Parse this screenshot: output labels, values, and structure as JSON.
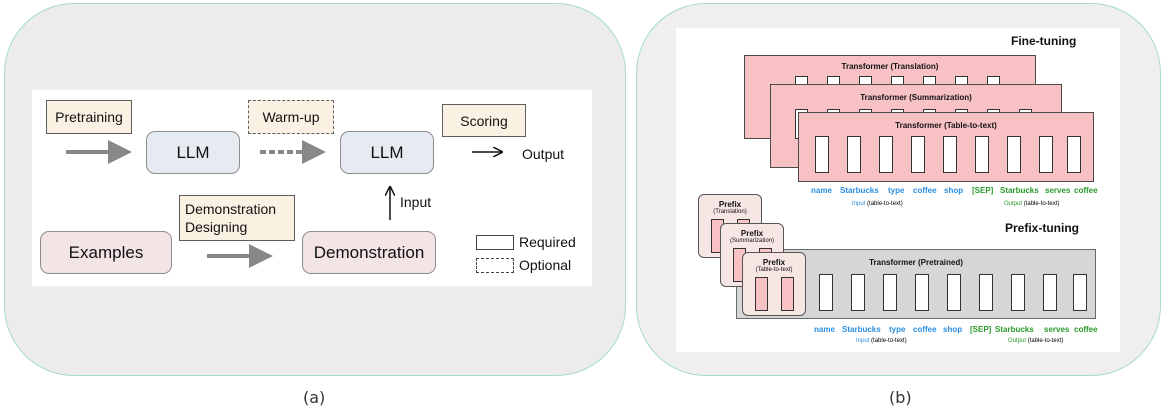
{
  "panel_a": {
    "tags": {
      "pretraining": "Pretraining",
      "warmup": "Warm-up",
      "scoring": "Scoring",
      "demonstration_designing": "Demonstration Designing"
    },
    "nodes": {
      "llm_1": "LLM",
      "llm_2": "LLM",
      "examples": "Examples",
      "demonstration": "Demonstration"
    },
    "labels": {
      "output": "Output",
      "input": "Input"
    },
    "legend": {
      "required": "Required",
      "optional": "Optional"
    },
    "caption": "(a)"
  },
  "panel_b": {
    "fine_tuning_heading": "Fine-tuning",
    "prefix_tuning_heading": "Prefix-tuning",
    "transformers": {
      "translation": "Transformer (Translation)",
      "summarization": "Transformer (Summarization)",
      "table_to_text": "Transformer (Table-to-text)",
      "pretrained": "Transformer  (Pretrained)"
    },
    "prefix_cards": [
      {
        "title": "Prefix",
        "sub": "(Translation)"
      },
      {
        "title": "Prefix",
        "sub": "(Summarization)"
      },
      {
        "title": "Prefix",
        "sub": "(Table-to-text)"
      }
    ],
    "tokens_input": [
      "name",
      "Starbucks",
      "type",
      "coffee",
      "shop"
    ],
    "tokens_output": [
      "[SEP]",
      "Starbucks",
      "serves",
      "coffee"
    ],
    "input_label": {
      "word": "Input",
      "detail": "(table-to-text)"
    },
    "output_label": {
      "word": "Output",
      "detail": "(table-to-text)"
    },
    "caption": "(b)"
  },
  "colors": {
    "panel_border": "#a8dcc8",
    "tag_fill": "#fbf1e3",
    "llm_fill": "#e6ebf1",
    "pink_node_fill": "#f3e4e6",
    "transformer_fill": "#f8c2c4",
    "pretrained_fill": "#d6d6d6",
    "input_token": "#2b8ee0",
    "output_token": "#2a9a2a"
  }
}
